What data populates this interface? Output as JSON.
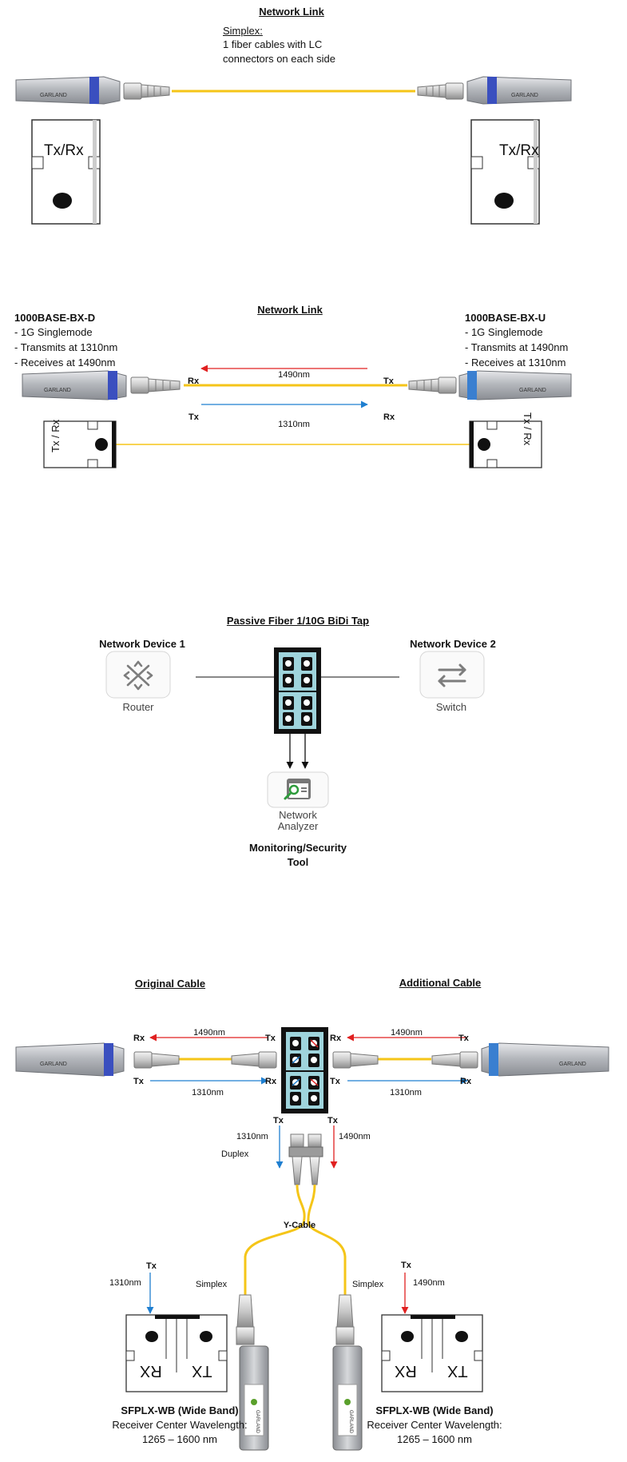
{
  "s1": {
    "title": "Network Link",
    "simplex_label": "Simplex:",
    "desc_line1": "1 fiber cables with LC",
    "desc_line2": "connectors on each side",
    "left_port": "Tx/Rx",
    "right_port": "Tx/Rx"
  },
  "s2": {
    "title": "Network Link",
    "left": {
      "name": "1000BASE-BX-D",
      "lines": [
        "- 1G Singlemode",
        "- Transmits at 1310nm",
        "- Receives at 1490nm"
      ]
    },
    "right": {
      "name": "1000BASE-BX-U",
      "lines": [
        "- 1G Singlemode",
        "- Transmits at 1490nm",
        "- Receives at 1310nm"
      ]
    },
    "top_arrow": {
      "left": "Rx",
      "right": "Tx",
      "label": "1490nm"
    },
    "bottom_arrow": {
      "left": "Tx",
      "right": "Rx",
      "label": "1310nm"
    },
    "left_port": "Tx / Rx",
    "right_port": "Tx / Rx"
  },
  "s3": {
    "title": "Passive Fiber 1/10G BiDi Tap",
    "device1_title": "Network Device 1",
    "device1_label": "Router",
    "device2_title": "Network Device 2",
    "device2_label": "Switch",
    "analyzer_line1": "Network",
    "analyzer_line2": "Analyzer",
    "tool_line1": "Monitoring/Security",
    "tool_line2": "Tool"
  },
  "s4": {
    "left_title": "Original Cable",
    "right_title": "Additional Cable",
    "rx": "Rx",
    "tx": "Tx",
    "nm1490": "1490nm",
    "nm1310": "1310nm",
    "duplex": "Duplex",
    "ycable": "Y-Cable",
    "simplex": "Simplex",
    "port_rx": "RX",
    "port_tx": "TX",
    "module_title": "SFPLX-WB (Wide Band)",
    "module_line2": "Receiver Center Wavelength:",
    "module_line3": "1265 – 1600 nm",
    "brand": "GARLAND"
  },
  "colors": {
    "fiber": "#f5c518",
    "red": "#e02020",
    "blue": "#1f7fd0",
    "tap": "#9fd4dc"
  }
}
